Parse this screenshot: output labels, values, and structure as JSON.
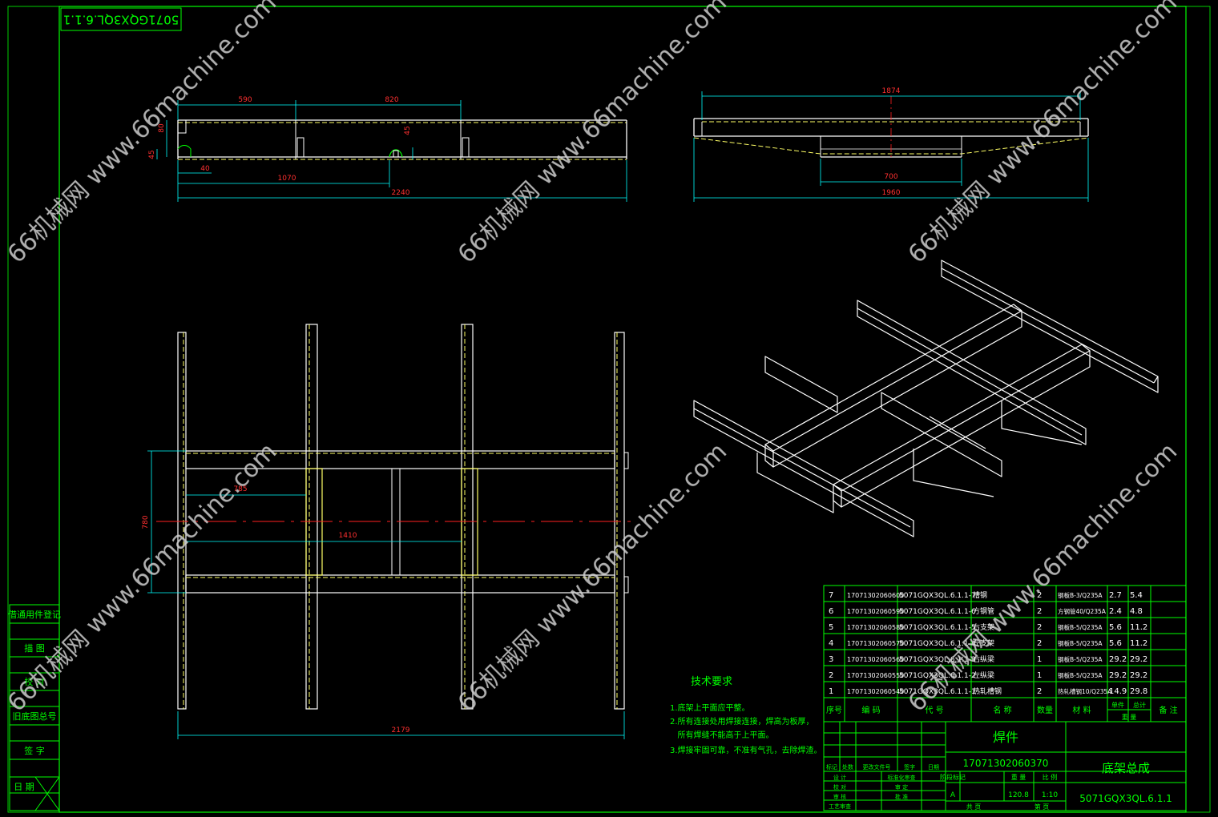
{
  "drawing": {
    "title_box_code": "5071GQX3QL.6.1.1",
    "watermark": "66机械网 www.66machine.com",
    "colors": {
      "background": "#000000",
      "green": "#00ff00",
      "white": "#ffffff",
      "yellow": "#ffff66",
      "cyan": "#00ffff",
      "red": "#ff2020",
      "watermark": "#c8c8c8"
    }
  },
  "side_view": {
    "dims": [
      "590",
      "820",
      "80",
      "45",
      "45",
      "40",
      "1070",
      "2240"
    ]
  },
  "end_view": {
    "dims": [
      "1874",
      "700",
      "1960"
    ]
  },
  "plan_view": {
    "dims": [
      "785",
      "1410",
      "780",
      "2179"
    ]
  },
  "left_strip": [
    "借通用件登记",
    "描 图",
    "校 对",
    "旧底图总号",
    "签 字",
    "日 期"
  ],
  "tech_requirements": {
    "title": "技术要求",
    "lines": [
      "1.底架上平面应平整。",
      "2.所有连接处用焊接连接，焊高为板厚，",
      "   所有焊缝不能高于上平面。",
      "3.焊接牢固可靠，不准有气孔，去除焊渣。"
    ]
  },
  "bom": {
    "rows": [
      {
        "no": "7",
        "code": "17071302060600",
        "drawing": "5071GQX3QL.6.1.1-7",
        "name": "槽钢",
        "qty": "2",
        "material": "钢板B-3/Q235A",
        "unit_w": "2.7",
        "total_w": "5.4",
        "note": ""
      },
      {
        "no": "6",
        "code": "17071302060590",
        "drawing": "5071GQX3QL.6.1.1-6",
        "name": "方钢管",
        "qty": "2",
        "material": "方钢管40/Q235A",
        "unit_w": "2.4",
        "total_w": "4.8",
        "note": ""
      },
      {
        "no": "5",
        "code": "17071302060580",
        "drawing": "5071GQX3QL.6.1.1-5",
        "name": "右支架",
        "qty": "2",
        "material": "钢板B-5/Q235A",
        "unit_w": "5.6",
        "total_w": "11.2",
        "note": ""
      },
      {
        "no": "4",
        "code": "17071302060570",
        "drawing": "5071GQX3QL.6.1.1-4",
        "name": "左支架",
        "qty": "2",
        "material": "钢板B-5/Q235A",
        "unit_w": "5.6",
        "total_w": "11.2",
        "note": ""
      },
      {
        "no": "3",
        "code": "17071302060560",
        "drawing": "5071GQX3QL.6.1.1-3",
        "name": "右纵梁",
        "qty": "1",
        "material": "钢板B-5/Q235A",
        "unit_w": "29.2",
        "total_w": "29.2",
        "note": ""
      },
      {
        "no": "2",
        "code": "17071302060550",
        "drawing": "5071GQX3QL.6.1.1-2",
        "name": "左纵梁",
        "qty": "1",
        "material": "钢板B-5/Q235A",
        "unit_w": "29.2",
        "total_w": "29.2",
        "note": ""
      },
      {
        "no": "1",
        "code": "17071302060540",
        "drawing": "5071GQX3QL.6.1.1-1",
        "name": "热轧槽钢",
        "qty": "2",
        "material": "热轧槽钢10/Q235A",
        "unit_w": "14.9",
        "total_w": "29.8",
        "note": ""
      }
    ],
    "headers": {
      "no": "序号",
      "code": "编 码",
      "drawing": "代 号",
      "name": "名 称",
      "qty": "数量",
      "material": "材 料",
      "unit_w": "单件",
      "total_w": "总计",
      "weight": "重 量",
      "note": "备 注"
    }
  },
  "title_block": {
    "part_type": "焊件",
    "part_code": "17071302060370",
    "part_name": "底架总成",
    "drawing_no": "5071GQX3QL.6.1.1",
    "mark_labels": [
      "标记",
      "处数",
      "更改文件号",
      "签字",
      "日期"
    ],
    "stage_label": "阶段标记",
    "weight_label": "重 量",
    "scale_label": "比 例",
    "stage_value": "A",
    "weight_value": "120.8",
    "scale_value": "1:10",
    "roles": [
      "设 计",
      "校 对",
      "审 核",
      "工艺审查"
    ],
    "roles2": [
      "标准化审查",
      "审 定",
      "批 准"
    ],
    "sheets_total": "共 页",
    "sheet_no": "第 页"
  }
}
